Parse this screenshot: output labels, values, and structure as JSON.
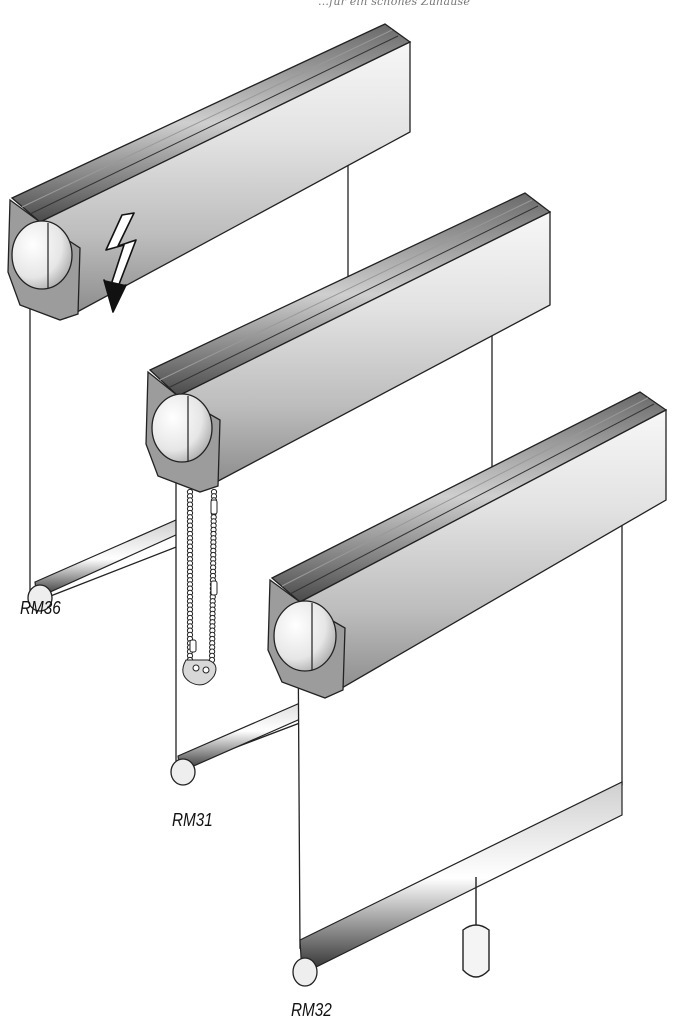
{
  "tagline": "...für ein schönes Zuhause",
  "models": [
    {
      "id": "rm36",
      "label": "RM36",
      "operation": "motor",
      "icon": "lightning-bolt-icon"
    },
    {
      "id": "rm31",
      "label": "RM31",
      "operation": "bead-chain",
      "icon": "bead-chain-icon"
    },
    {
      "id": "rm32",
      "label": "RM32",
      "operation": "pull-handle",
      "icon": "pull-handle-icon"
    }
  ],
  "colors": {
    "outline": "#222222",
    "fabric": "#ffffff",
    "cassette_light": "#f4f4f4",
    "cassette_dark": "#5a5a5a",
    "rail": "#3a3a3a"
  }
}
